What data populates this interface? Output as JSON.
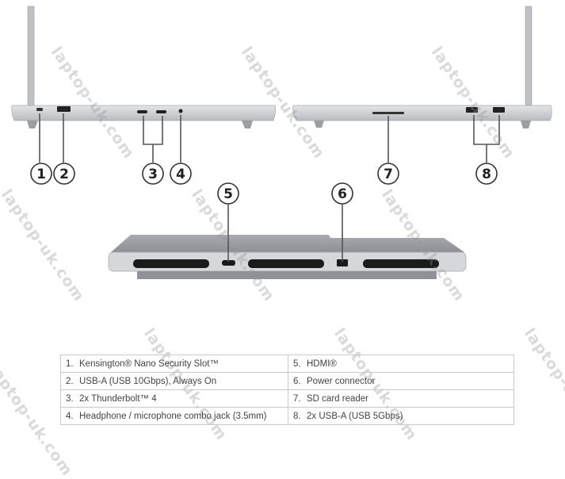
{
  "watermark": "laptop-uk.com",
  "callouts": [
    "1",
    "2",
    "3",
    "4",
    "5",
    "6",
    "7",
    "8"
  ],
  "ports": [
    {
      "num": "1.",
      "label": "Kensington® Nano Security Slot™"
    },
    {
      "num": "2.",
      "label": "USB-A (USB 10Gbps), Always On"
    },
    {
      "num": "3.",
      "label": "2x Thunderbolt™ 4"
    },
    {
      "num": "4.",
      "label": "Headphone / microphone combo jack (3.5mm)"
    },
    {
      "num": "5.",
      "label": "HDMI®"
    },
    {
      "num": "6.",
      "label": "Power connector"
    },
    {
      "num": "7.",
      "label": "SD card reader"
    },
    {
      "num": "8.",
      "label": "2x USB-A (USB 5Gbps)"
    }
  ]
}
